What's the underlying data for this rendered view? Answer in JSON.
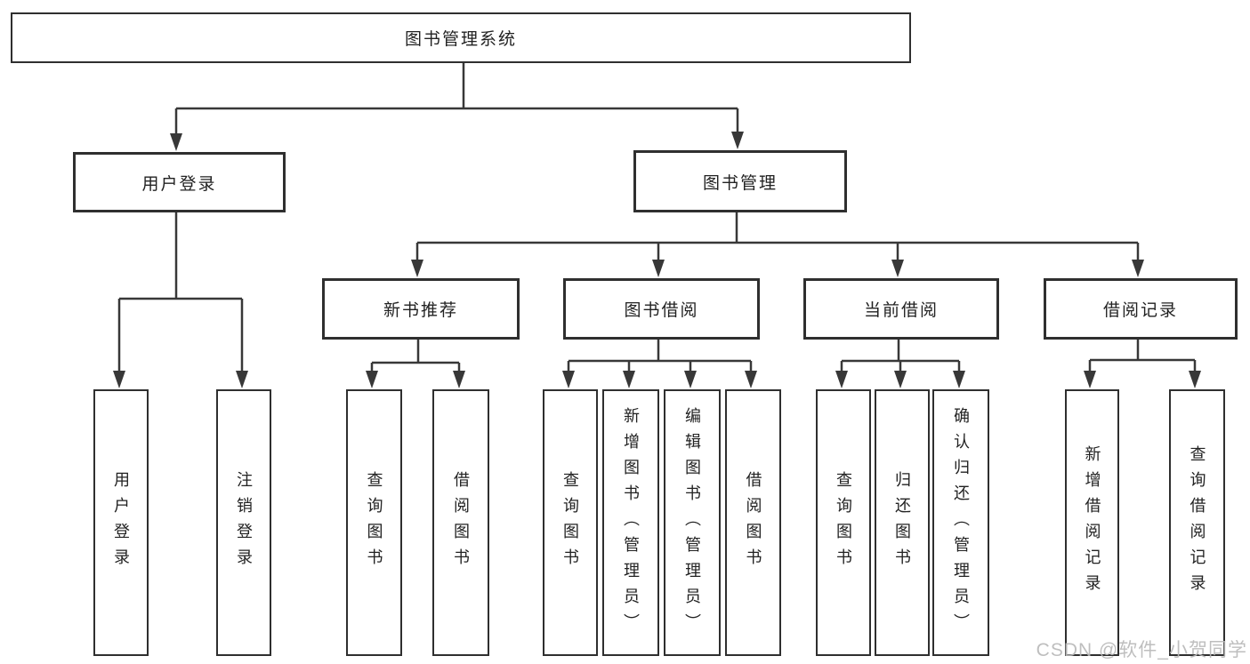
{
  "d": {
    "root": {
      "label": "图书管理系统"
    },
    "level2": [
      {
        "label": "用户登录"
      },
      {
        "label": "图书管理"
      }
    ],
    "level3": [
      {
        "label": "新书推荐"
      },
      {
        "label": "图书借阅"
      },
      {
        "label": "当前借阅"
      },
      {
        "label": "借阅记录"
      }
    ],
    "leaves_user": [
      {
        "label": "用户登录"
      },
      {
        "label": "注销登录"
      }
    ],
    "leaves_newbook": [
      {
        "label": "查询图书"
      },
      {
        "label": "借阅图书"
      }
    ],
    "leaves_borrow": [
      {
        "label": "查询图书"
      },
      {
        "label": "新增图书（管理员）"
      },
      {
        "label": "编辑图书（管理员）"
      },
      {
        "label": "借阅图书"
      }
    ],
    "leaves_current": [
      {
        "label": "查询图书"
      },
      {
        "label": "归还图书"
      },
      {
        "label": "确认归还（管理员）"
      }
    ],
    "leaves_records": [
      {
        "label": "新增借阅记录"
      },
      {
        "label": "查询借阅记录"
      }
    ],
    "watermark": "CSDN @软件_小贺同学",
    "colors": {
      "background": "#ffffff",
      "line": "#383838",
      "box_border": "#2f2f2f",
      "text": "#222222",
      "watermark": "#b8b8b8"
    }
  }
}
